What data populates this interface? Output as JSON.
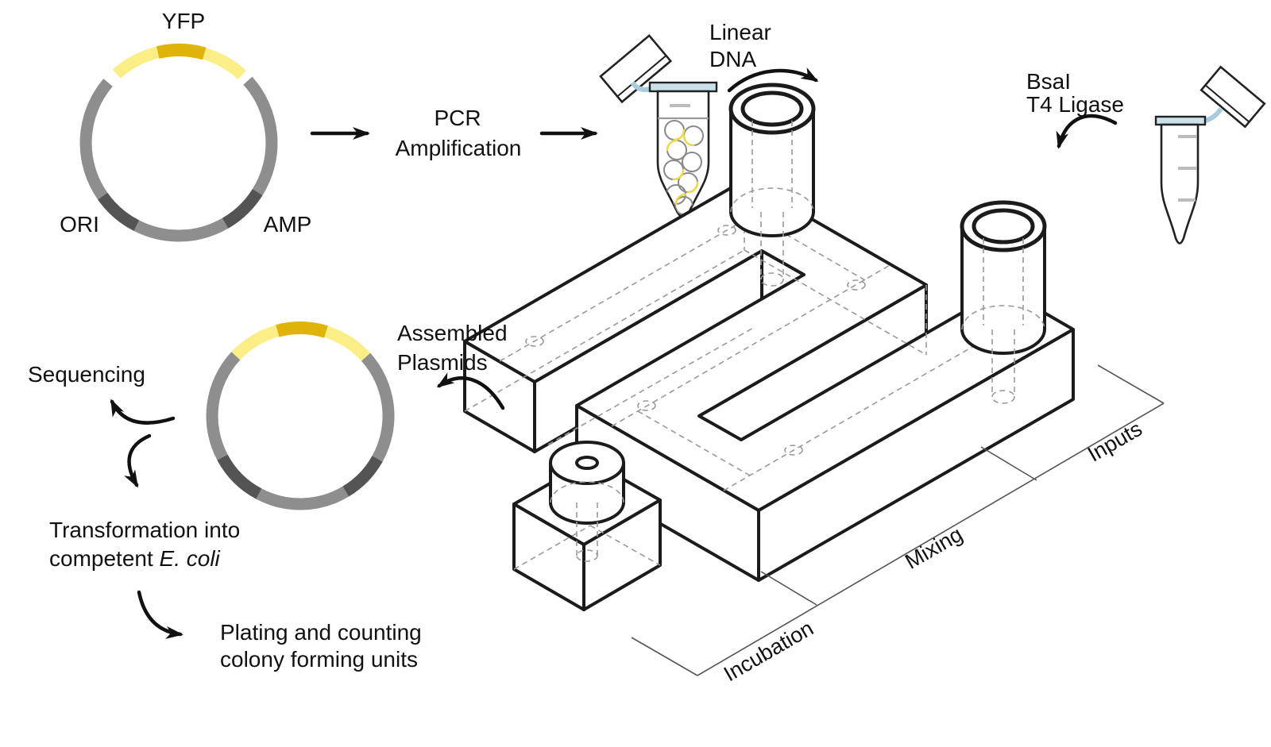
{
  "plasmid_map": {
    "gene_label": "YFP",
    "origin_label": "ORI",
    "resistance_label": "AMP"
  },
  "workflow": {
    "pcr_line1": "PCR",
    "pcr_line2": "Amplification",
    "linear_dna_line1": "Linear",
    "linear_dna_line2": "DNA",
    "enzyme_line1": "BsaI",
    "enzyme_line2": "T4 Ligase",
    "assembled_line1": "Assembled",
    "assembled_line2": "Plasmids",
    "sequencing": "Sequencing",
    "transformation_line1": "Transformation into",
    "transformation_line2_prefix": "competent ",
    "transformation_line2_species": "E. coli",
    "plating_line1": "Plating and counting",
    "plating_line2": "colony forming units"
  },
  "device": {
    "zone_inputs": "Inputs",
    "zone_mixing": "Mixing",
    "zone_incubation": "Incubation"
  },
  "colors": {
    "plasmid_yellow_light": "#FBEE87",
    "plasmid_yellow_gold": "#DFB30A",
    "plasmid_gray": "#8E8E8E",
    "plasmid_dark_gray": "#545454",
    "outline_black": "#1B1B1B",
    "tube_cap_blue": "#CCE0EC",
    "hidden_line_gray": "#999999",
    "axis_line_gray": "#555555"
  }
}
